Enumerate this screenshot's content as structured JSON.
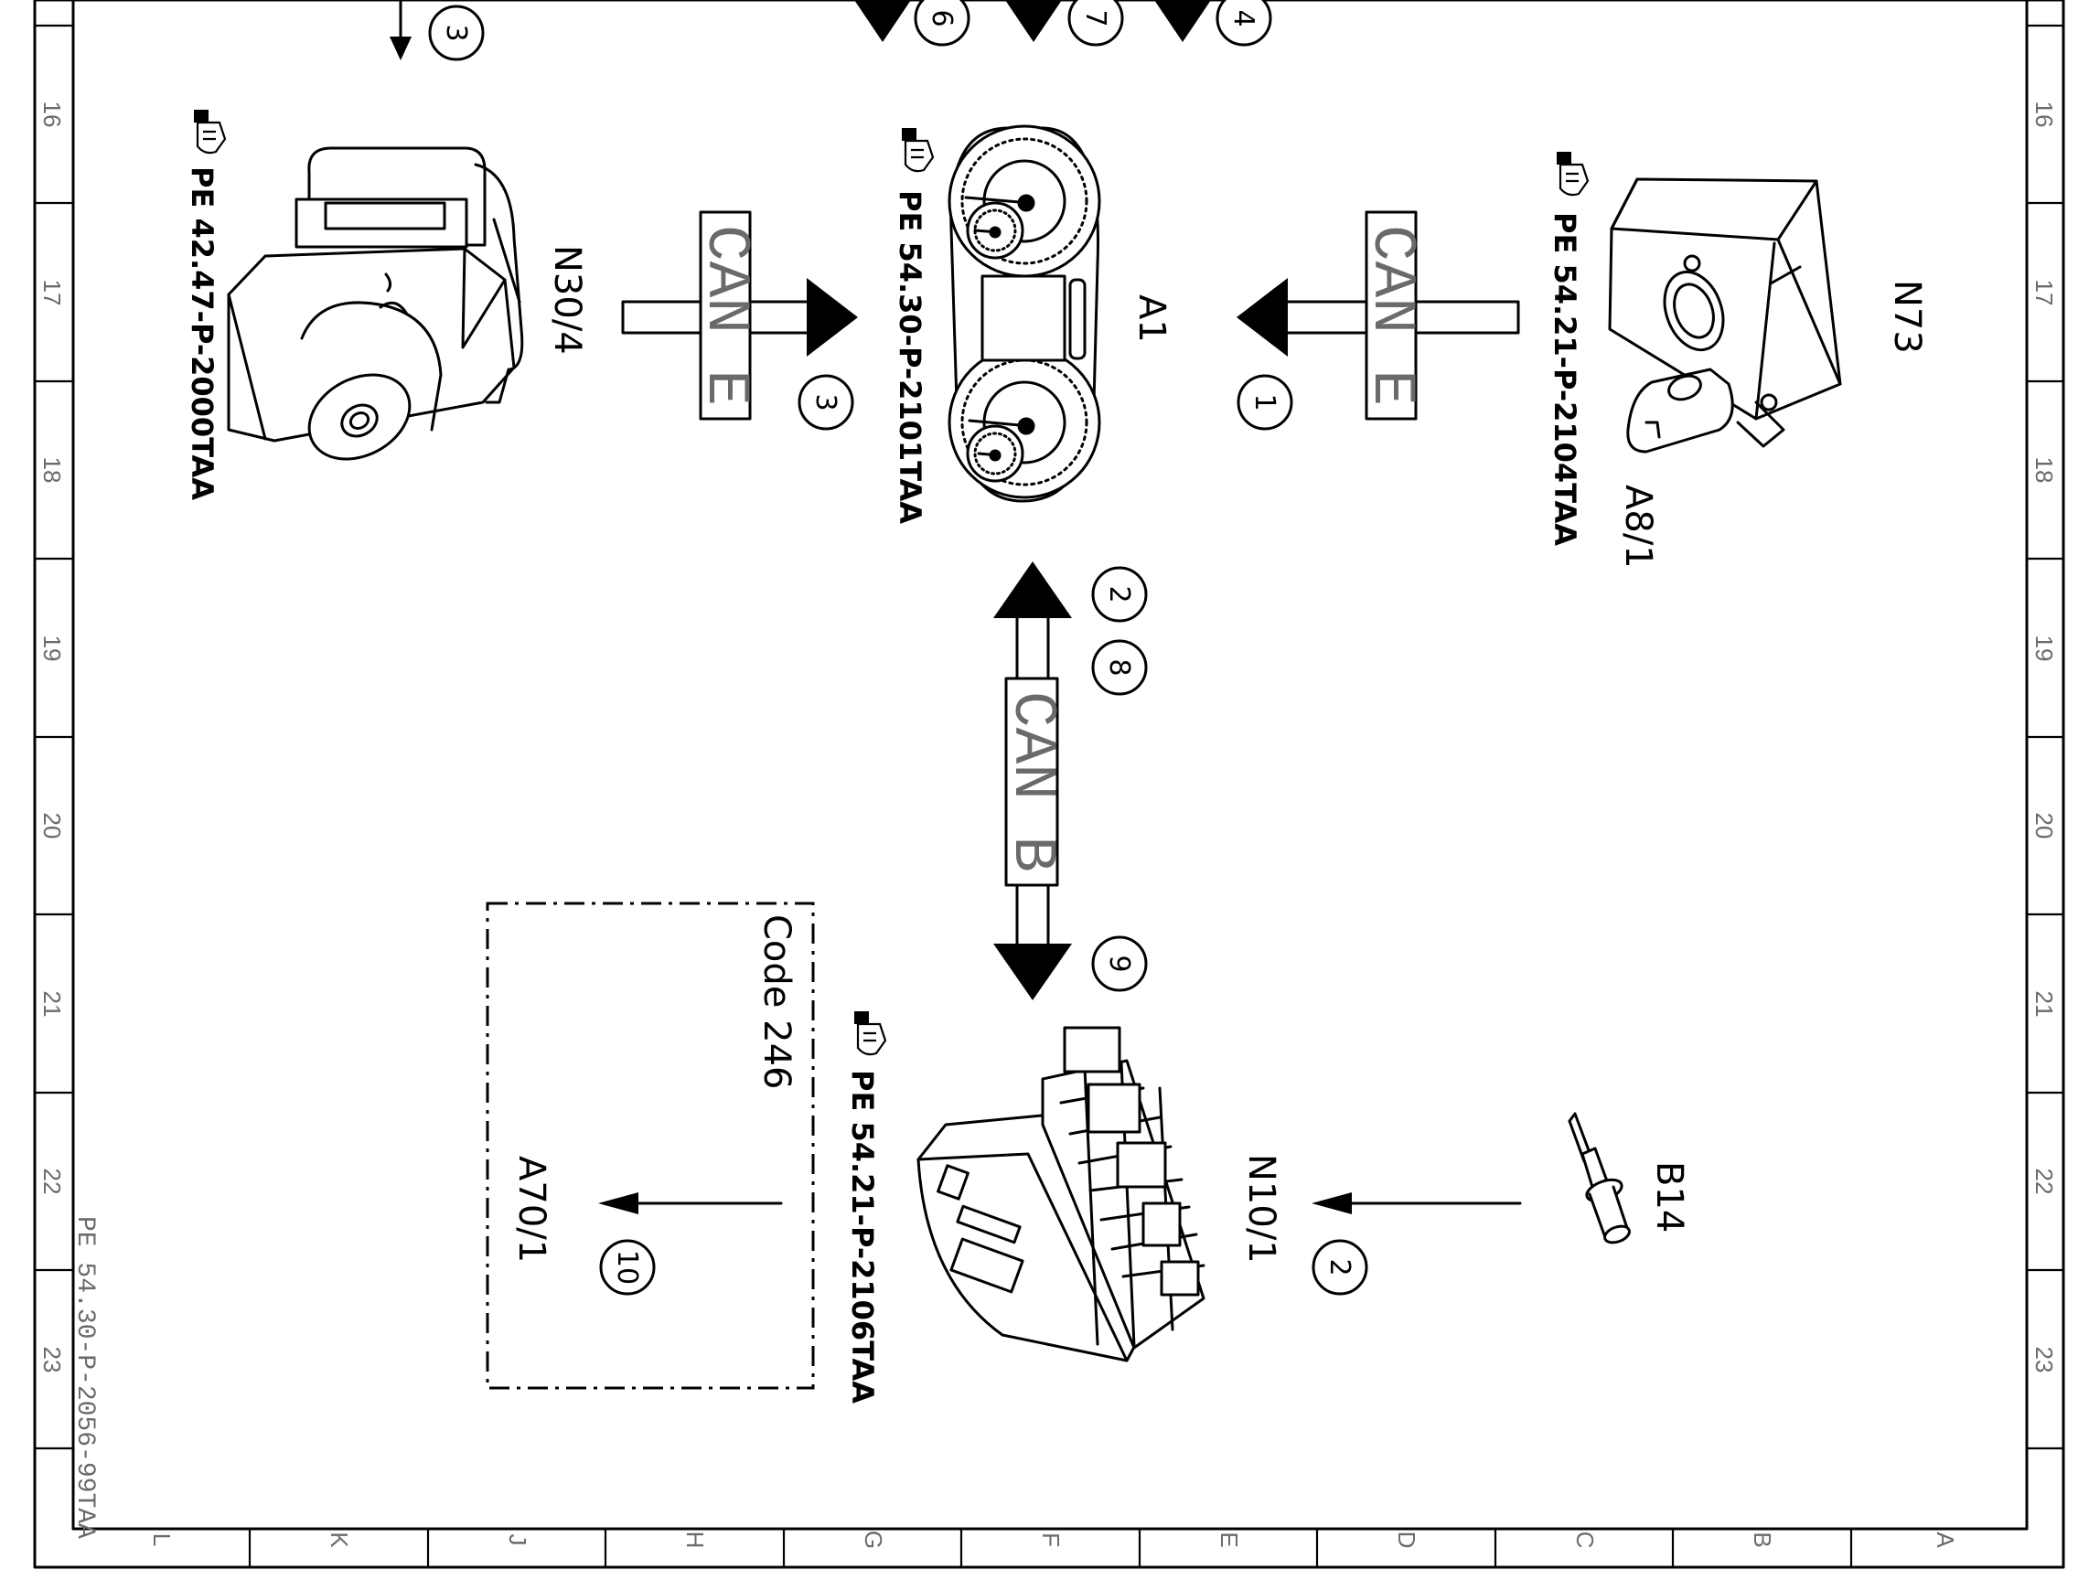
{
  "document_id": "PE 54.30-P-2056-99TAA",
  "grid": {
    "row_numbers": [
      "16",
      "17",
      "18",
      "19",
      "20",
      "21",
      "22",
      "23"
    ],
    "column_letters": [
      "L",
      "K",
      "J",
      "H",
      "G",
      "F",
      "E",
      "D",
      "C",
      "B",
      "A"
    ]
  },
  "components": {
    "n30_4": {
      "code": "N30/4",
      "reference": "PE 42.47-P-2000TAA",
      "icon": "abs-control-unit-icon"
    },
    "a1": {
      "code": "A1",
      "reference": "PE 54.30-P-2101TAA",
      "icon": "instrument-cluster-icon"
    },
    "n73": {
      "code": "N73",
      "reference": "PE 54.21-P-2104TAA",
      "icon": "ignition-switch-icon"
    },
    "a8_1": {
      "code": "A8/1",
      "icon": "transmitter-key-icon"
    },
    "n10_1": {
      "code": "N10/1",
      "reference": "PE 54.21-P-2106TAA",
      "icon": "sam-control-unit-icon"
    },
    "b14": {
      "code": "B14",
      "icon": "temperature-sensor-icon"
    },
    "a70_1": {
      "code": "A70/1",
      "option": "Code 246"
    }
  },
  "buses": {
    "can_e_left": "CAN E",
    "can_e_right": "CAN E",
    "can_b": "CAN B"
  },
  "signals": {
    "top_left": "3",
    "top_6": "6",
    "top_7": "7",
    "top_4": "4",
    "n30_to_a1": "3",
    "n73_to_a1": "1",
    "can_b_up_1": "2",
    "can_b_up_2": "8",
    "can_b_down": "9",
    "b14_to_n10": "2",
    "to_a70": "10"
  },
  "icons": {
    "service_reference": "hand-pointer-icon"
  }
}
